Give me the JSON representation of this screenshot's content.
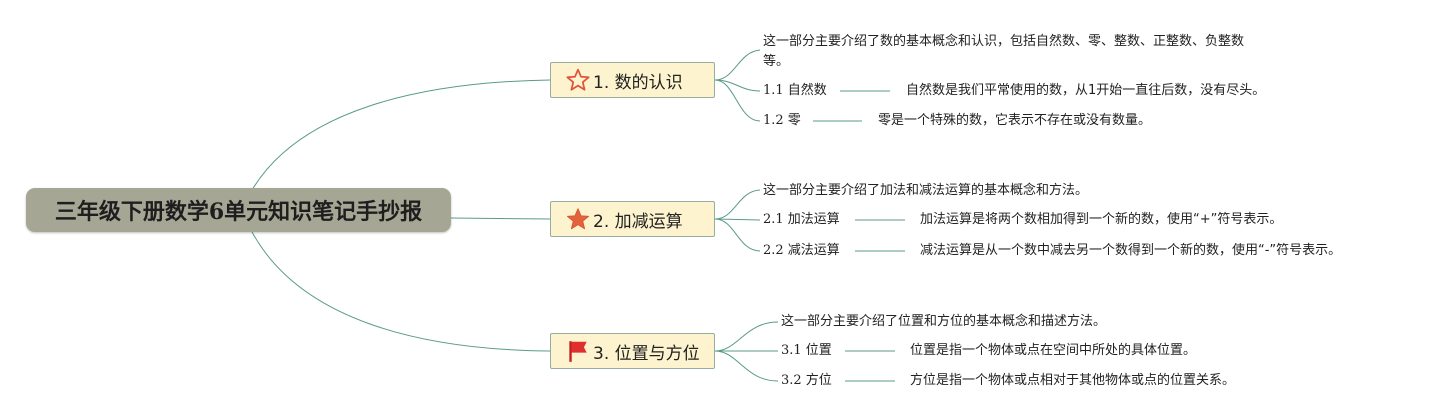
{
  "root": {
    "title": "三年级下册数学6单元知识笔记手抄报"
  },
  "topics": [
    {
      "icon": "star-outline-icon",
      "label": "1. 数的认识",
      "description": "这一部分主要介绍了数的基本概念和认识，包括自然数、零、整数、正整数、负整数等。",
      "subs": [
        {
          "label": "1.1 自然数",
          "detail": "自然数是我们平常使用的数，从1开始一直往后数，没有尽头。"
        },
        {
          "label": "1.2 零",
          "detail": "零是一个特殊的数，它表示不存在或没有数量。"
        }
      ]
    },
    {
      "icon": "star-filled-icon",
      "label": "2. 加减运算",
      "description": "这一部分主要介绍了加法和减法运算的基本概念和方法。",
      "subs": [
        {
          "label": "2.1 加法运算",
          "detail": "加法运算是将两个数相加得到一个新的数，使用“+”符号表示。"
        },
        {
          "label": "2.2 减法运算",
          "detail": "减法运算是从一个数中减去另一个数得到一个新的数，使用“-”符号表示。"
        }
      ]
    },
    {
      "icon": "red-flag-icon",
      "label": "3. 位置与方位",
      "description": "这一部分主要介绍了位置和方位的基本概念和描述方法。",
      "subs": [
        {
          "label": "3.1 位置",
          "detail": "位置是指一个物体或点在空间中所处的具体位置。"
        },
        {
          "label": "3.2 方位",
          "detail": "方位是指一个物体或点相对于其他物体或点的位置关系。"
        }
      ]
    }
  ],
  "colors": {
    "root_fill": "#a6a695",
    "topic_fill": "#fdf4cf",
    "topic_border": "#96ad9f",
    "connector": "#5a9a8a",
    "star_outline": "#e0533a",
    "star_filled": "#e3643c",
    "flag": "#e02f2f"
  }
}
